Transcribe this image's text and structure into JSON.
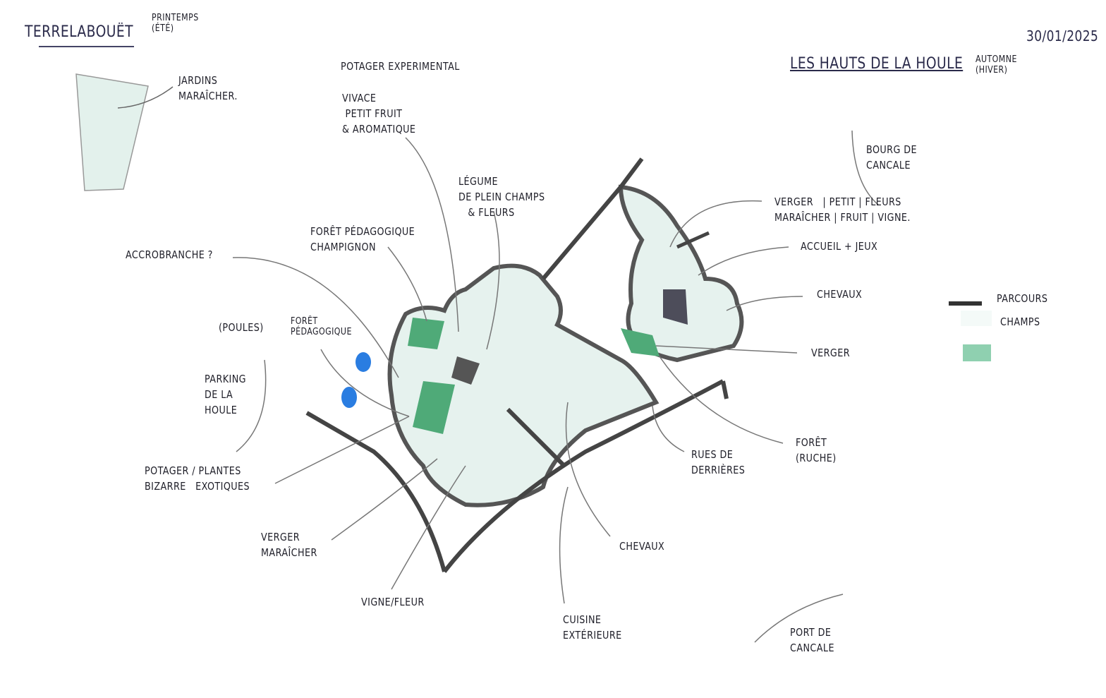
{
  "colors": {
    "path": "#444444",
    "field": "#e3f1ec",
    "green": "#4faa78",
    "blue": "#2a7de1",
    "ink": "#1e1e28"
  },
  "header": {
    "left_title": "TERRELABOUËT",
    "left_season": "PRINTEMPS\n(ÉTÉ)",
    "right_title": "LES HAUTS DE LA HOULE",
    "right_season": "AUTOMNE\n(HIVER)",
    "date": "30/01/2025"
  },
  "labels": {
    "jardins": "JARDINS\nMARAÎCHER.",
    "potager_exp": "POTAGER EXPERIMENTAL",
    "vivace": "VIVACE\n PETIT FRUIT\n& AROMATIQUE",
    "legume": "LÉGUME\nDE PLEIN CHAMPS\n   & FLEURS",
    "foret_champignon": "FORÊT PÉDAGOGIQUE\nCHAMPIGNON",
    "accrobranche": "ACCROBRANCHE ?",
    "poules": "(POULES)",
    "foret_peda": "FORÊT\nPÉDAGOGIQUE",
    "parking": "PARKING\nDE LA\nHOULE",
    "potager_bizarre": "POTAGER / PLANTES\nBIZARRE   EXOTIQUES",
    "verger_maraicher": "VERGER\nMARAÎCHER",
    "vigne_fleur": "VIGNE/FLEUR",
    "cuisine": "CUISINE\nEXTÉRIEURE",
    "chevaux_bottom": "CHEVAUX",
    "rues": "RUES DE\nDERRIÈRES",
    "foret_ruche": "FORÊT\n(RUCHE)",
    "verger_right": "VERGER",
    "chevaux_right": "CHEVAUX",
    "accueil": "ACCUEIL + JEUX",
    "verger_top": "VERGER   | PETIT | FLEURS\nMARAÎCHER | FRUIT | VIGNE.",
    "bourg": "BOURG DE\nCANCALE",
    "port": "PORT DE\nCANCALE"
  },
  "legend": {
    "parcours": "PARCOURS",
    "champs": "CHAMPS"
  }
}
